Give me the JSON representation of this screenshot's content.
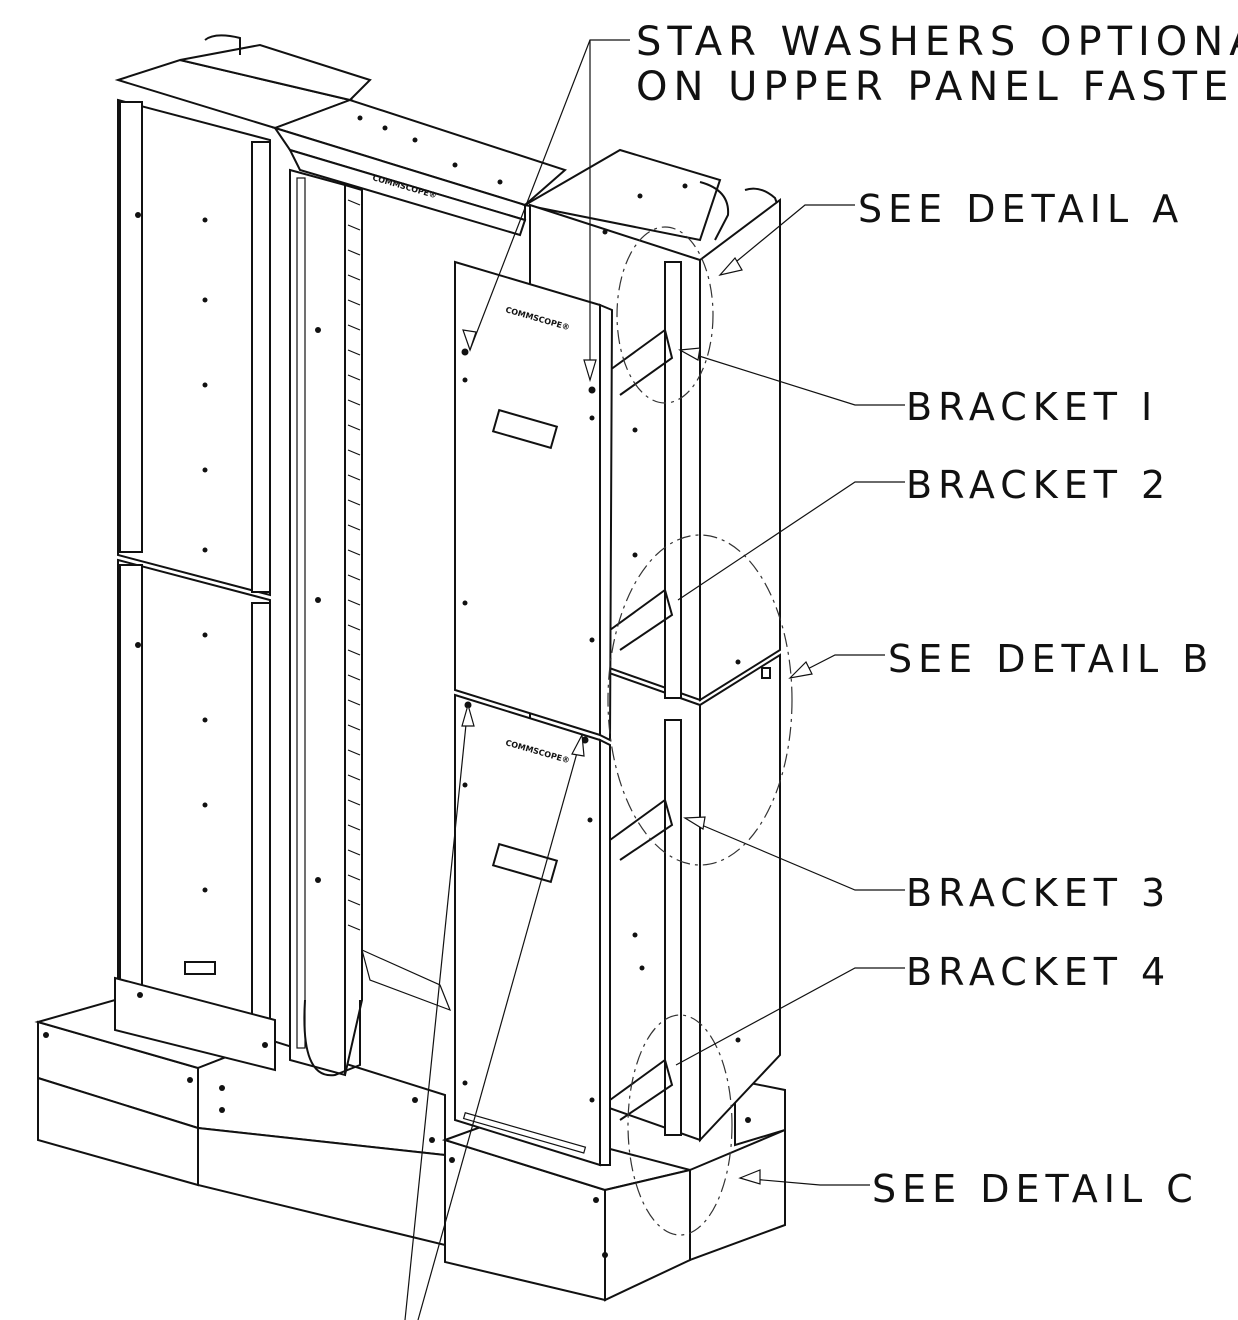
{
  "notes": {
    "star_washers_line1": "STAR WASHERS OPTIONAL",
    "star_washers_line2": "ON UPPER PANEL FASTENERS."
  },
  "callouts": {
    "detail_a": "SEE DETAIL A",
    "detail_b": "SEE DETAIL B",
    "detail_c": "SEE DETAIL C",
    "bracket_1": "BRACKET I",
    "bracket_2": "BRACKET 2",
    "bracket_3": "BRACKET 3",
    "bracket_4": "BRACKET 4"
  },
  "brand_marks": {
    "top_frame": "COMMSCOPE®",
    "upper_panel": "COMMSCOPE®",
    "lower_panel": "COMMSCOPE®"
  },
  "colors": {
    "ink": "#111111",
    "paper": "#ffffff"
  }
}
